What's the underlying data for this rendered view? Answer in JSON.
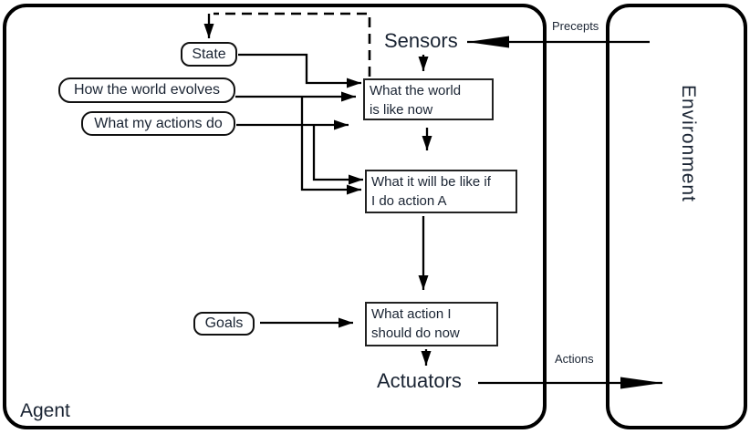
{
  "labels": {
    "agent": "Agent",
    "environment": "Environment",
    "sensors": "Sensors",
    "actuators": "Actuators",
    "precepts": "Precepts",
    "actions": "Actions"
  },
  "nodes": {
    "state": "State",
    "how_world_evolves": "How the world evolves",
    "what_actions_do": "What my actions do",
    "goals": "Goals",
    "world_now": {
      "line1": "What the world",
      "line2": "is like now"
    },
    "will_be_like": {
      "line1": "What it will be like if",
      "line2": "I do action A"
    },
    "action_now": {
      "line1": "What action I",
      "line2": "should do now"
    }
  },
  "colors": {
    "line": "#000000",
    "text": "#1a2433",
    "background": "#ffffff"
  }
}
